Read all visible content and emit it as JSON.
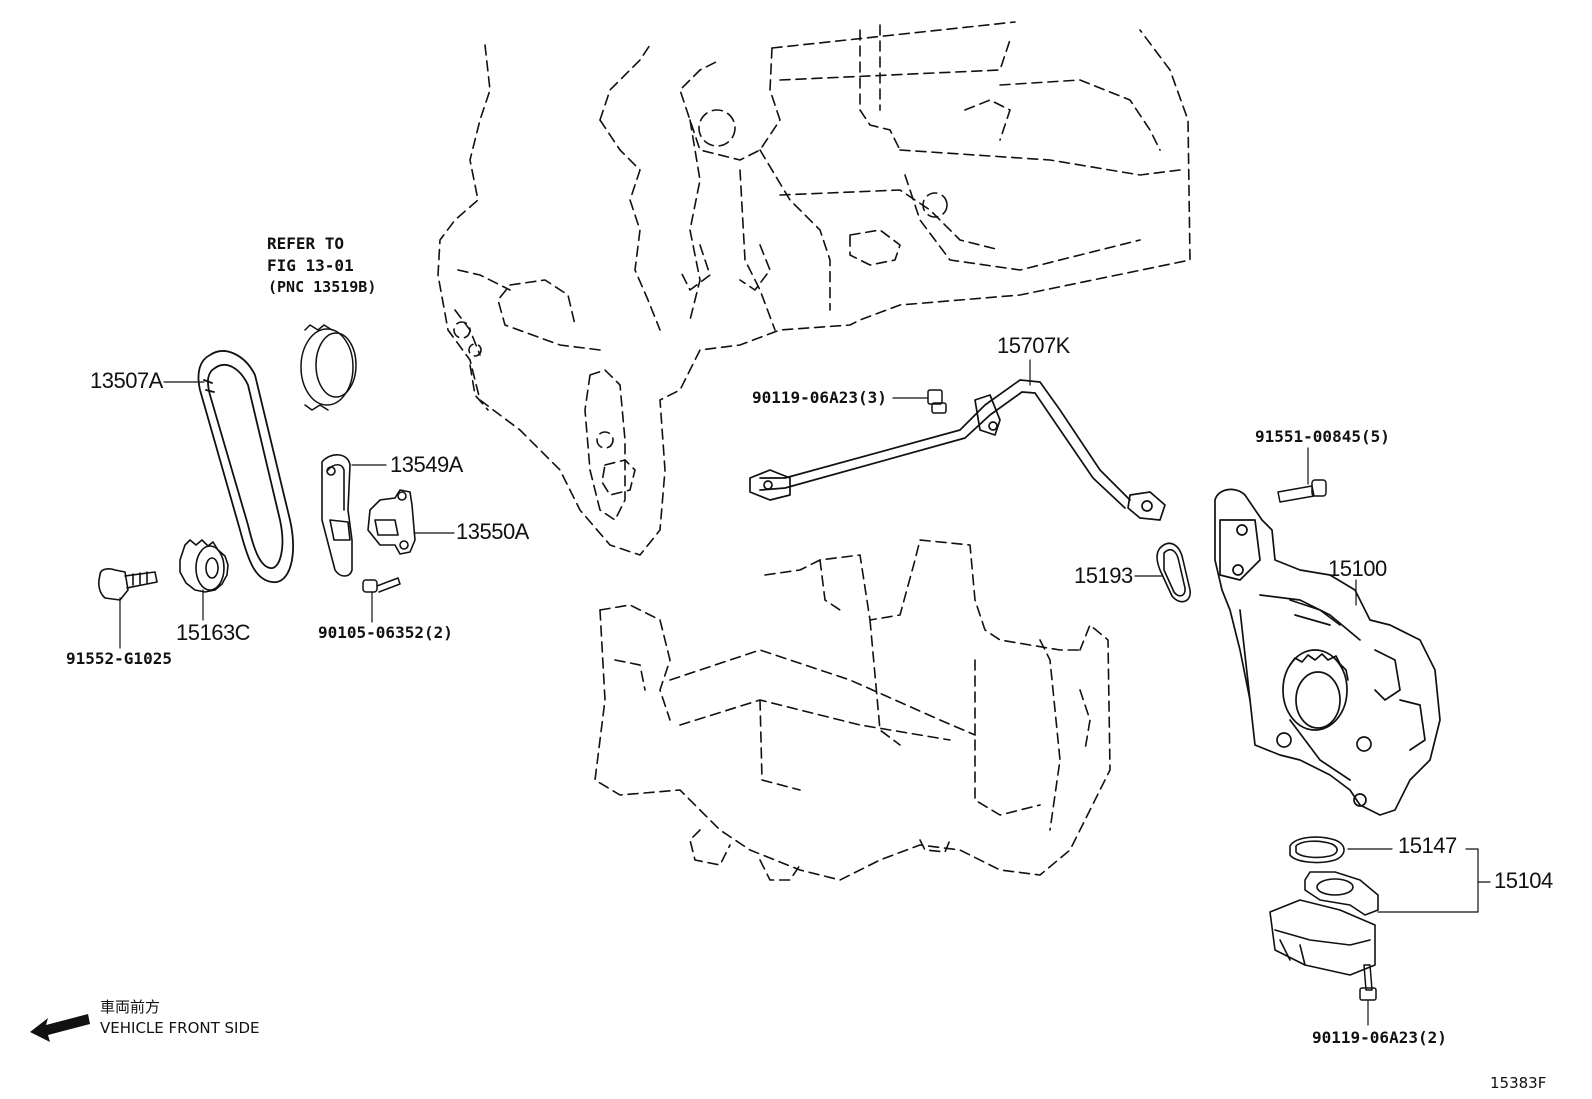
{
  "parts": {
    "p13507A": "13507A",
    "p13549A": "13549A",
    "p13550A": "13550A",
    "p15163C": "15163C",
    "p91552": "91552-G1025",
    "p90105": "90105-06352(2)",
    "p15707K": "15707K",
    "p90119a": "90119-06A23(3)",
    "p91551": "91551-00845(5)",
    "p15193": "15193",
    "p15100": "15100",
    "p15147": "15147",
    "p15104": "15104",
    "p90119b": "90119-06A23(2)"
  },
  "refer_note": {
    "line1": "REFER TO",
    "line2": "FIG 13-01",
    "line3": "(PNC 13519B)"
  },
  "direction": {
    "jp": "車両前方",
    "en": "VEHICLE FRONT SIDE"
  },
  "figure_id": "15383F"
}
